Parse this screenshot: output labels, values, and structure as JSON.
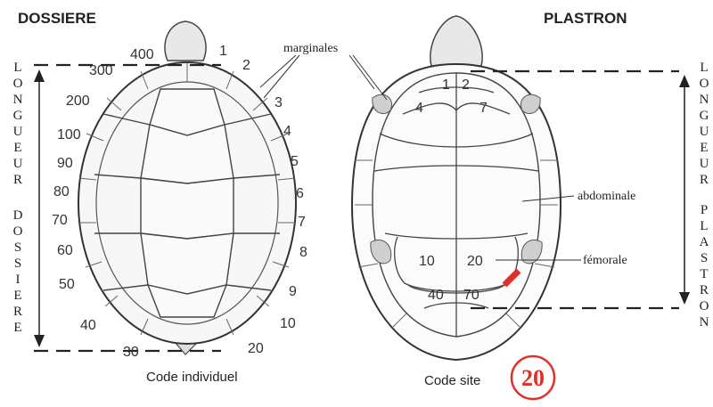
{
  "dossiere": {
    "title": "DOSSIERE",
    "marginal_codes": {
      "right": [
        "1",
        "2",
        "3",
        "4",
        "5",
        "6",
        "7",
        "8",
        "9",
        "10",
        "20"
      ],
      "left": [
        "400",
        "300",
        "200",
        "100",
        "90",
        "80",
        "70",
        "60",
        "50",
        "40",
        "30"
      ]
    },
    "vertical_label": "LONGUEUR DOSSIERE",
    "vertical_label_letters": [
      "L",
      "O",
      "N",
      "G",
      "U",
      "E",
      "U",
      "R",
      "",
      "D",
      "O",
      "S",
      "S",
      "I",
      "E",
      "R",
      "E"
    ],
    "caption": "Code individuel"
  },
  "plastron": {
    "title": "PLASTRON",
    "scute_codes": [
      "1",
      "2",
      "4",
      "7",
      "10",
      "20",
      "40",
      "70"
    ],
    "labels": {
      "marginales": "marginales",
      "abdominale": "abdominale",
      "femorale": "fémorale"
    },
    "vertical_label": "LONGUEUR PLASTRON",
    "vertical_label_letters": [
      "L",
      "O",
      "N",
      "G",
      "U",
      "E",
      "U",
      "R",
      "",
      "P",
      "L",
      "A",
      "S",
      "T",
      "R",
      "O",
      "N"
    ],
    "caption": "Code site",
    "site_code": "20"
  },
  "colors": {
    "accent": "#e0302a",
    "ink": "#222222"
  }
}
